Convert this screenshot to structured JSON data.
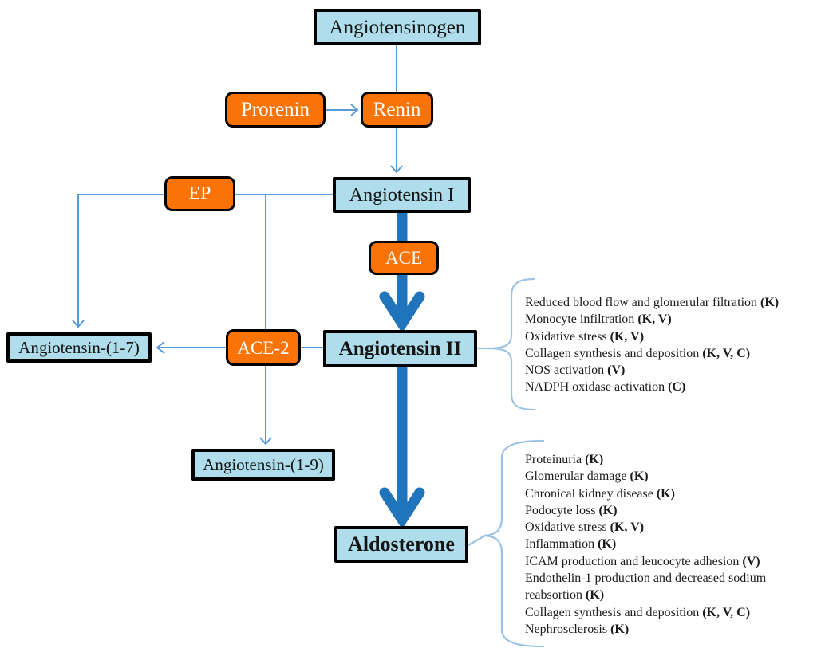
{
  "nodes": {
    "angiotensinogen": "Angiotensinogen",
    "prorenin": "Prorenin",
    "renin": "Renin",
    "ep": "EP",
    "angiotensin_i": "Angiotensin I",
    "ace": "ACE",
    "ace_2": "ACE-2",
    "angiotensin_ii": "Angiotensin II",
    "angiotensin_1_7": "Angiotensin-(1-7)",
    "angiotensin_1_9": "Angiotensin-(1-9)",
    "aldosterone": "Aldosterone"
  },
  "angiotensin_ii_effects": [
    {
      "text": "Reduced blood flow and glomerular filtration ",
      "tags": "(K)"
    },
    {
      "text": "Monocyte infiltration ",
      "tags": "(K, V)"
    },
    {
      "text": "Oxidative stress ",
      "tags": "(K, V)"
    },
    {
      "text": "Collagen synthesis and deposition ",
      "tags": "(K, V, C)"
    },
    {
      "text": "NOS activation ",
      "tags": "(V)"
    },
    {
      "text": "NADPH oxidase activation ",
      "tags": "(C)"
    }
  ],
  "aldosterone_effects": [
    {
      "text": "Proteinuria ",
      "tags": "(K)"
    },
    {
      "text": "Glomerular damage ",
      "tags": "(K)"
    },
    {
      "text": "Chronical kidney disease ",
      "tags": "(K)"
    },
    {
      "text": "Podocyte loss ",
      "tags": "(K)"
    },
    {
      "text": "Oxidative stress ",
      "tags": "(K, V)"
    },
    {
      "text": "Inflammation ",
      "tags": "(K)"
    },
    {
      "text": "ICAM production and leucocyte adhesion ",
      "tags": "(V)"
    },
    {
      "text": "Endothelin-1 production and decreased sodium reabsortion ",
      "tags": "(K)"
    },
    {
      "text": "Collagen synthesis and deposition ",
      "tags": "(K, V, C)"
    },
    {
      "text": "Nephrosclerosis ",
      "tags": "(K)"
    }
  ],
  "colors": {
    "box_fill_blue": "#AFDDEB",
    "box_fill_orange": "#F97306",
    "box_border": "#000000",
    "thin_line_blue": "#5B9BD5",
    "thick_arrow_blue": "#1F74BB",
    "brace_blue": "#9CC3E5"
  }
}
